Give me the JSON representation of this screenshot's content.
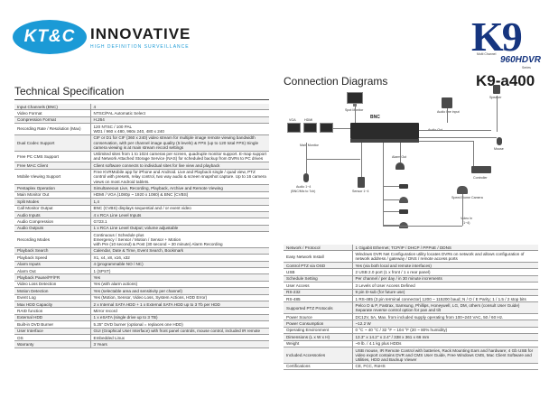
{
  "header": {
    "logo_text": "KT&C",
    "brand_name": "INNOVATIVE",
    "brand_sub": "HIGH DEFINITION SURVEILLANCE",
    "k9_big": "K9",
    "k9_sub": "Multi Channel",
    "k9_hdvr": "960HDVR",
    "k9_series": "Series",
    "model": "K9-a400"
  },
  "sections": {
    "tech_title": "Technical Specification",
    "conn_title": "Connection Diagrams"
  },
  "diagram": {
    "labels": {
      "speaker": "Speaker",
      "spot_monitor": "Spot Monitor",
      "audio_line_input": "Audio line input",
      "main_monitor": "Main Monitor",
      "audio_out": "Audio Out",
      "bnc": "BNC",
      "vga": "VGA",
      "hdmi": "HDMI",
      "mouse": "Mouse",
      "controller": "Controller",
      "alarm_out": "Alarm Out",
      "audio_in": "Audio 1~4",
      "audio_in_sub": "(BNC/Mic to 7ch)",
      "sensor": "Sensor 1~4",
      "speed_dome": "Speed Dome Camera",
      "video_in": "Video In",
      "video_in_sub": "(1~4)"
    }
  },
  "left_specs": [
    {
      "k": "Input Channels  (BNC)",
      "v": "4"
    },
    {
      "k": "Video Format",
      "v": "NTSC/PAL Automatic Select"
    },
    {
      "k": "Compression Format",
      "v": "H.264"
    },
    {
      "k": "Recording Rate / Resolution (Max)",
      "v": "120 NTSC / 100 PAL\nWD1 / 960 x 480, 960x 240, 480 x 240"
    },
    {
      "k": "Dual Codec Support",
      "v": "CIF or D1 for CIF (360 x 240) video stream for multiple image remote viewing bandwidth conservation,  with per channel  image quality (5 levels) & FPS (up to 120 total FPS) Single camera viewing is at main stream record settings"
    },
    {
      "k": "Free PC CMS Support",
      "v": "Unlimited sites from 1 to 1024 cameras per screen, quadruple monitor support. E-map support and Network Attached Storage Service (NAS) for scheduled backup from DVRs to PC drives"
    },
    {
      "k": "Free MAC Client",
      "v": "Client software connects to individual sites for live view and playback"
    },
    {
      "k": "Mobile Viewing  Support",
      "v": "Free KVRMobile app for iPhone and Android. Live and Playback single / quad view, PTZ control with presets, relay control, two way audio & screen snapshot capture. Up to 16 camera views on most Android tablets."
    },
    {
      "k": "Pentaplex Operation",
      "v": "Simultaneous Live, Recording, Playback, Archive and Remote Viewing"
    },
    {
      "k": "Main Monitor Out",
      "v": "HDMI / VGA (1080p ~ 1920 x 1080) & BNC (CVBS)"
    },
    {
      "k": "Split Modes",
      "v": "1,4"
    },
    {
      "k": "Call Monitor Output",
      "v": "BNC (CVBS) displays sequential and / or event video"
    },
    {
      "k": "Audio Inputs",
      "v": "4 x RCA Line Level Inputs"
    },
    {
      "k": "Audio Compression",
      "v": "G723.1"
    },
    {
      "k": "Audio Outputs",
      "v": "1 x RCA Line Level Output; volume adjustable"
    },
    {
      "k": "Recording Modes",
      "v": "Continuous / Schedule plus\nEmergency / Sensor / Motion / Sensor + Motion\nwith Pre (10 second) & Post (30 second ~ 30 minute) Alarm Recording"
    },
    {
      "k": "Playback Search",
      "v": "Calendar, Date & Time, Event Search, Bookmark"
    },
    {
      "k": "Playback Speed",
      "v": "X1, x4, x8, x16, x32"
    },
    {
      "k": "Alarm Inputs",
      "v": "4 (programmable NO / NC)"
    },
    {
      "k": "Alarm Out",
      "v": "1 (SPST)"
    },
    {
      "k": "Playback Pause/FF/FR",
      "v": "Yes"
    },
    {
      "k": "Video Loss Detection",
      "v": "Yes (with alarm actions)"
    },
    {
      "k": "Motion Detection",
      "v": "Yes (selectable area and sensitivity per channel)"
    },
    {
      "k": "Event Log",
      "v": "Yes (Motion, Sensor, Video Loss, System Actions, HDD Error)"
    },
    {
      "k": "Max HDD Capacity",
      "v": "2 x Internal SATA HDD + 1 x External SATA HDD up to 3 Tb per HDD"
    },
    {
      "k": "RAID function",
      "v": "Mirror record"
    },
    {
      "k": "External HDD",
      "v": "1 x eSATA (single drive up to 3 TB)"
    },
    {
      "k": "Built-in DVD Burner",
      "v": "5.25\" DVD burner (optional = replaces one HDD)"
    },
    {
      "k": "User Interface",
      "v": "GUI (Graphical User Interface) with front panel controls, mouse control, included IR remote"
    },
    {
      "k": "OS",
      "v": "Embedded Linux"
    },
    {
      "k": "Warranty",
      "v": "3 Years"
    }
  ],
  "right_specs": [
    {
      "k": "Network / Protocol",
      "v": "1 Gigabit Ethernet; TCP/IP / DHCP / PPPoE / DDNS"
    },
    {
      "k": "Easy Network Install",
      "v": "Windows DVR Net Configuration utility locates DVRs on network and allows configuration of network address / gateway / DNS / remote access ports"
    },
    {
      "k": "Control PTZ via OSD",
      "v": "Yes (via both local and remote interfaces)"
    },
    {
      "k": "USB",
      "v": "2 USB 2.0 port (1 x front / 1 x rear panel)"
    },
    {
      "k": "Schedule Setting",
      "v": "Per channel / per day / in 30 minute increments"
    },
    {
      "k": "User Access",
      "v": "3 Levels of User Access Defined"
    },
    {
      "k": "RS-232",
      "v": "9 pin D-sub (for future use)"
    },
    {
      "k": "RS-485",
      "v": "1 RS-485 (3 pin terminal connector) 1200 ~ 115200 baud; N / O / E Parity; 1 / 1.5 / 2 stop bits"
    },
    {
      "k": "Supported PTZ Protocols",
      "v": "Pelco D & P, Fastrax, Samsung, Phillips, Honeywell, LG, DM, others (consult User Guide) Separate reverse control option for pan and tilt"
    },
    {
      "k": "Power Source",
      "v": "DC12V, 5A, Max. from included supply operating from 100~240 VAC, 50 / 60 Hz."
    },
    {
      "k": "Power Consumption",
      "v": "~12.2 W"
    },
    {
      "k": "Operating Environment",
      "v": "0 °C ~ 40 °C / 32 °F ~ 104 °F (20 ~ 80% humidity)"
    },
    {
      "k": "Dimensions (L x W x H)",
      "v": "13.3\" x 14.2\" x 2.4\" / 338 x 361 x 66 mm"
    },
    {
      "k": "Weight",
      "v": "~9 lb. / 4.1 kg plus HDDs"
    },
    {
      "k": "Included Accessories",
      "v": "USB mouse, IR Remote Control with batteries, Rack Mounting Ears and hardware; 4 Gb USB for video export contains DVR and CMS User Guide, Free Windows CMS, Mac Client Software and Utilities, HDD and Backup Viewer"
    },
    {
      "k": "Certifications",
      "v": "CE, FCC, RoHS"
    }
  ],
  "colors": {
    "brand_blue": "#1b9ad6",
    "k9_navy": "#16357f"
  }
}
